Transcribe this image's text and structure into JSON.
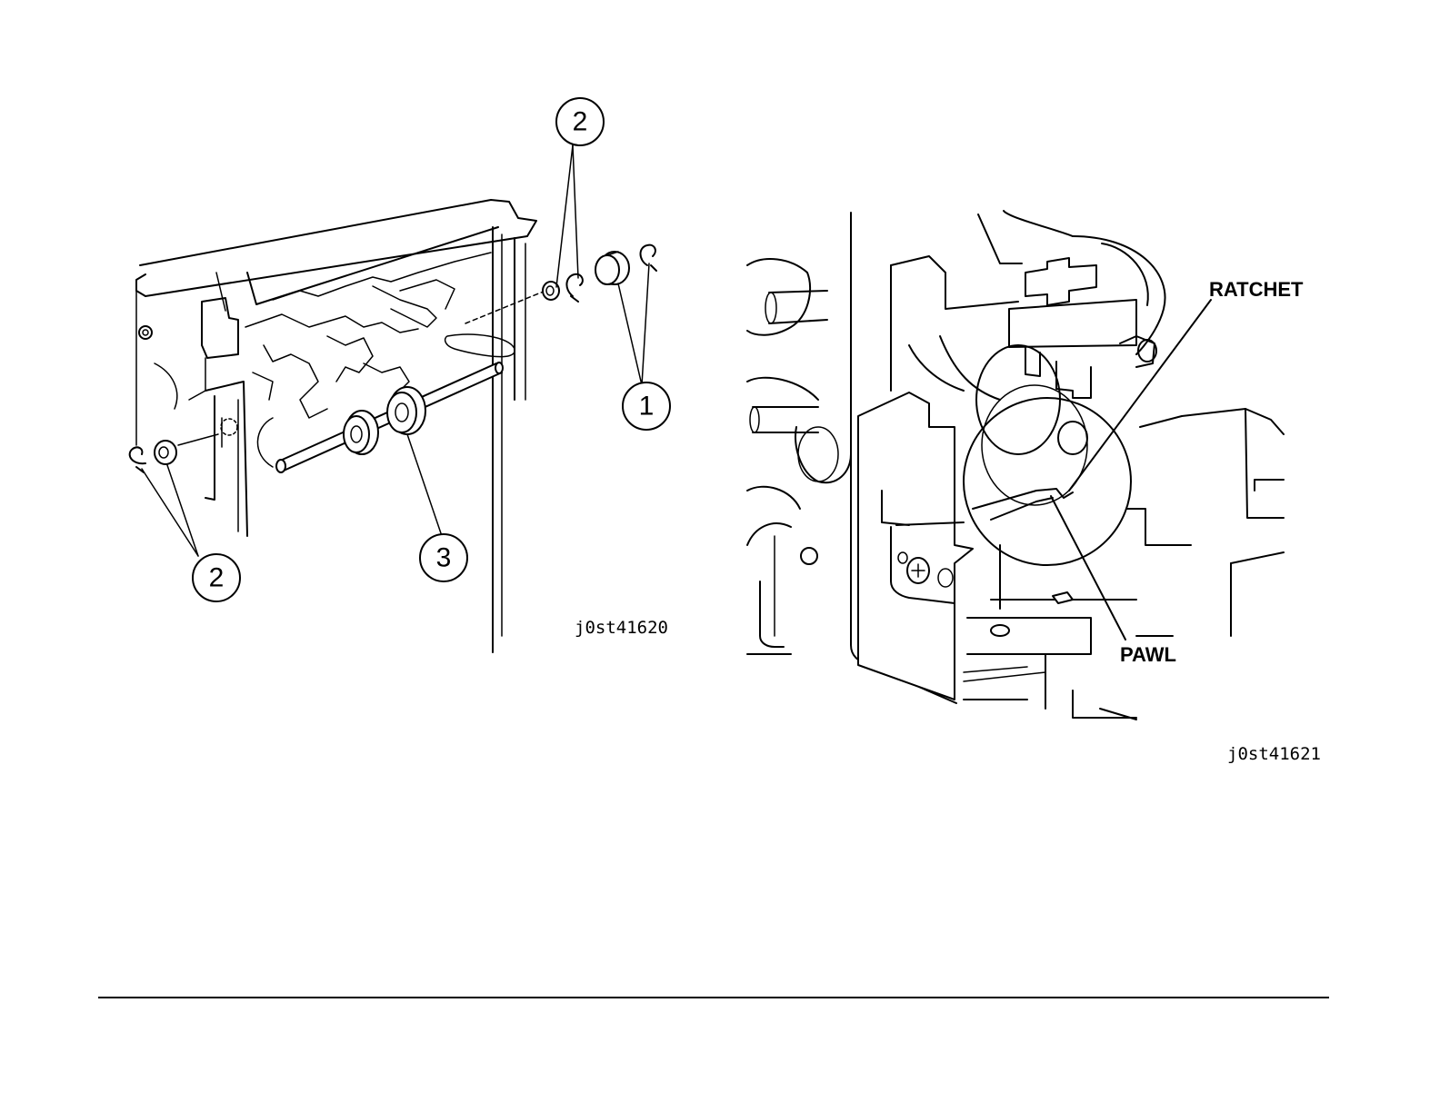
{
  "left_figure": {
    "id": "j0st41620",
    "callouts": [
      "2",
      "1",
      "2",
      "3"
    ]
  },
  "right_figure": {
    "id": "j0st41621",
    "labels": {
      "ratchet": "RATCHET",
      "pawl": "PAWL"
    }
  }
}
